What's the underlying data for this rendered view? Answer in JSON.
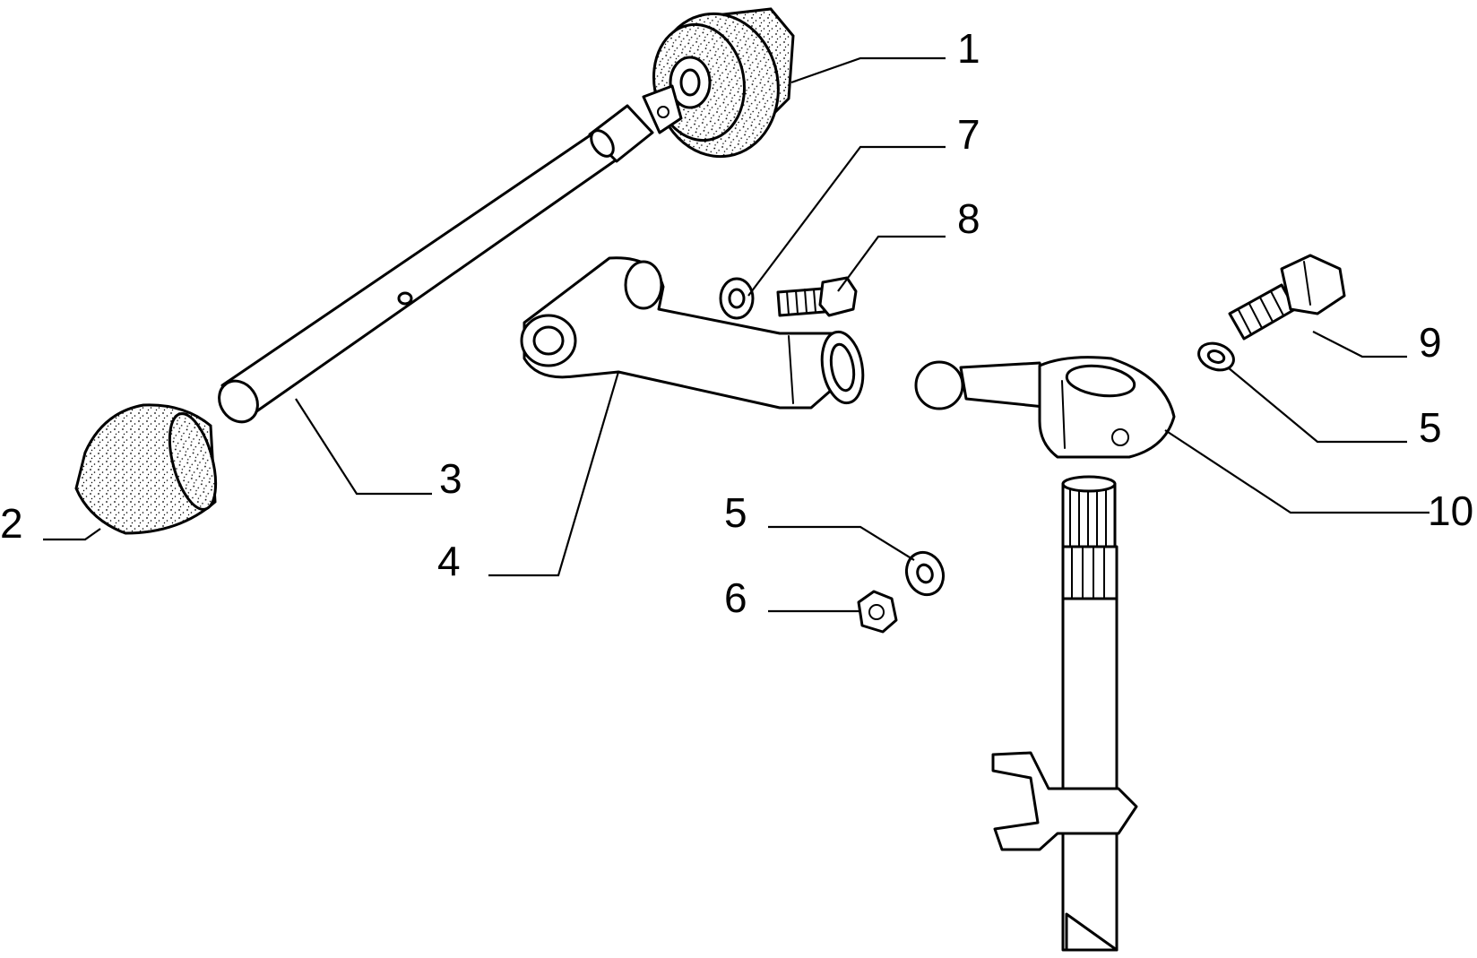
{
  "callouts": [
    {
      "id": "c1",
      "text": "1"
    },
    {
      "id": "c2",
      "text": "2"
    },
    {
      "id": "c3",
      "text": "3"
    },
    {
      "id": "c4",
      "text": "4"
    },
    {
      "id": "c5a",
      "text": "5"
    },
    {
      "id": "c5b",
      "text": "5"
    },
    {
      "id": "c6",
      "text": "6"
    },
    {
      "id": "c7",
      "text": "7"
    },
    {
      "id": "c8",
      "text": "8"
    },
    {
      "id": "c9",
      "text": "9"
    },
    {
      "id": "c10",
      "text": "10"
    }
  ]
}
